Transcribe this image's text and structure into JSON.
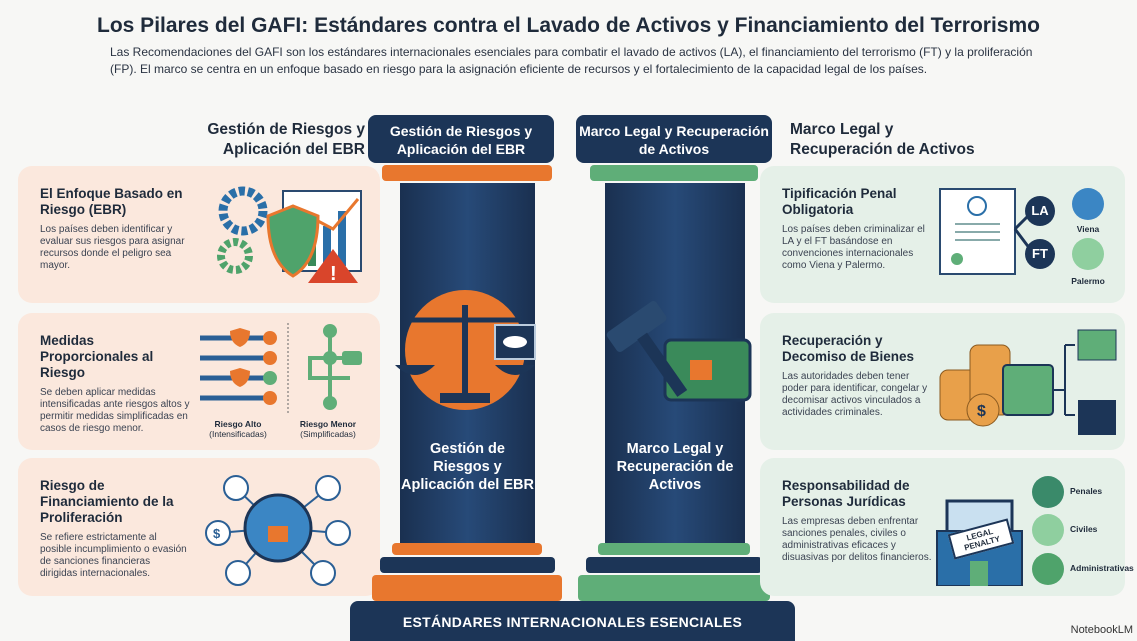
{
  "title": "Los Pilares del GAFI: Estándares contra el Lavado de Activos y Financiamiento del Terrorismo",
  "subtitle": "Las Recomendaciones del GAFI son los estándares internacionales esenciales para combatir el lavado de activos (LA), el financiamiento del terrorismo (FT) y la proliferación (FP). El marco se centra en un enfoque basado en riesgo para la asignación eficiente de recursos y el fortalecimiento de la capacidad legal de los países.",
  "left": {
    "heading": "Gestión de Riesgos y Aplicación del EBR",
    "pillar_cap": "Gestión de Riesgos y Aplicación del EBR",
    "pillar_text": "Gestión de Riesgos y Aplicación del EBR",
    "cards": [
      {
        "title": "El Enfoque Basado en Riesgo (EBR)",
        "text": "Los países deben identificar y evaluar sus riesgos para asignar recursos donde el peligro sea mayor."
      },
      {
        "title": "Medidas Proporcionales al Riesgo",
        "text": "Se deben aplicar medidas intensificadas ante riesgos altos y permitir medidas simplificadas en casos de riesgo menor.",
        "labels": [
          {
            "a": "Riesgo Alto",
            "b": "(Intensificadas)"
          },
          {
            "a": "Riesgo Menor",
            "b": "(Simplificadas)"
          }
        ]
      },
      {
        "title": "Riesgo de Financiamiento de la Proliferación",
        "text": "Se refiere estrictamente al posible incumplimiento o evasión de sanciones financieras dirigidas internacionales."
      }
    ]
  },
  "right": {
    "heading": "Marco Legal y Recuperación de Activos",
    "pillar_cap": "Marco Legal y Recuperación de Activos",
    "pillar_text": "Marco Legal y Recuperación de Activos",
    "cards": [
      {
        "title": "Tipificación Penal Obligatoria",
        "text": "Los países deben criminalizar el LA y el FT basándose en convenciones internacionales como Viena y Palermo.",
        "badges": [
          "LA",
          "FT"
        ],
        "labels": [
          "Viena",
          "Palermo"
        ]
      },
      {
        "title": "Recuperación y Decomiso de Bienes",
        "text": "Las autoridades deben tener poder para identificar, congelar y decomisar activos vinculados a actividades criminales."
      },
      {
        "title": "Responsabilidad de Personas Jurídicas",
        "text": "Las empresas deben enfrentar sanciones penales, civiles o administrativas eficaces y disuasivas por delitos financieros.",
        "sign": "LEGAL PENALTY",
        "labels": [
          "Penales",
          "Civiles",
          "Administrativas"
        ]
      }
    ]
  },
  "bottom": "ESTÁNDARES INTERNACIONALES ESENCIALES",
  "watermark": "NotebookLM",
  "colors": {
    "navy": "#1c3557",
    "orange": "#e8772e",
    "green": "#5fae78",
    "peach": "#fbe8dd",
    "mint": "#e5f0e8"
  }
}
